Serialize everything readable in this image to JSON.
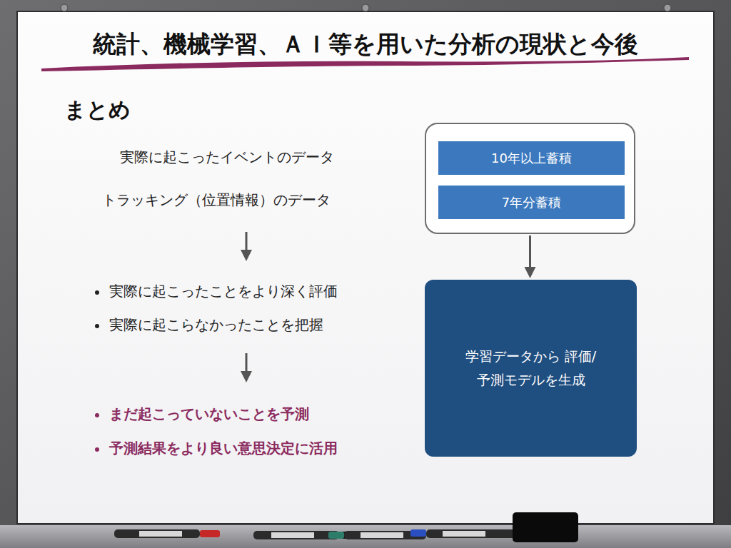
{
  "diagram": {
    "title": "統計、機械学習、ＡＩ等を用いた分析の現状と今後",
    "nodes": [
      {
        "text": []
      },
      {
        "text": [
          "10年以上蓄積"
        ],
        "in": 0
      },
      {
        "text": [
          "7年分蓄積"
        ],
        "in": 0
      },
      {
        "text": [
          "学習データから 評価/予測モデルを生成"
        ]
      }
    ],
    "edges": [
      {
        "from": 0,
        "to": 3,
        "arrow": "to"
      }
    ],
    "labels": [
      "まとめ",
      "実際に起こったイベントのデータ",
      "トラッキング（位置情報）のデータ",
      "実際に起こったことをより深く評価",
      "実際に起こらなかったことを把握",
      "まだ起こっていないことを予測",
      "予測結果をより良い意思決定に活用"
    ]
  }
}
